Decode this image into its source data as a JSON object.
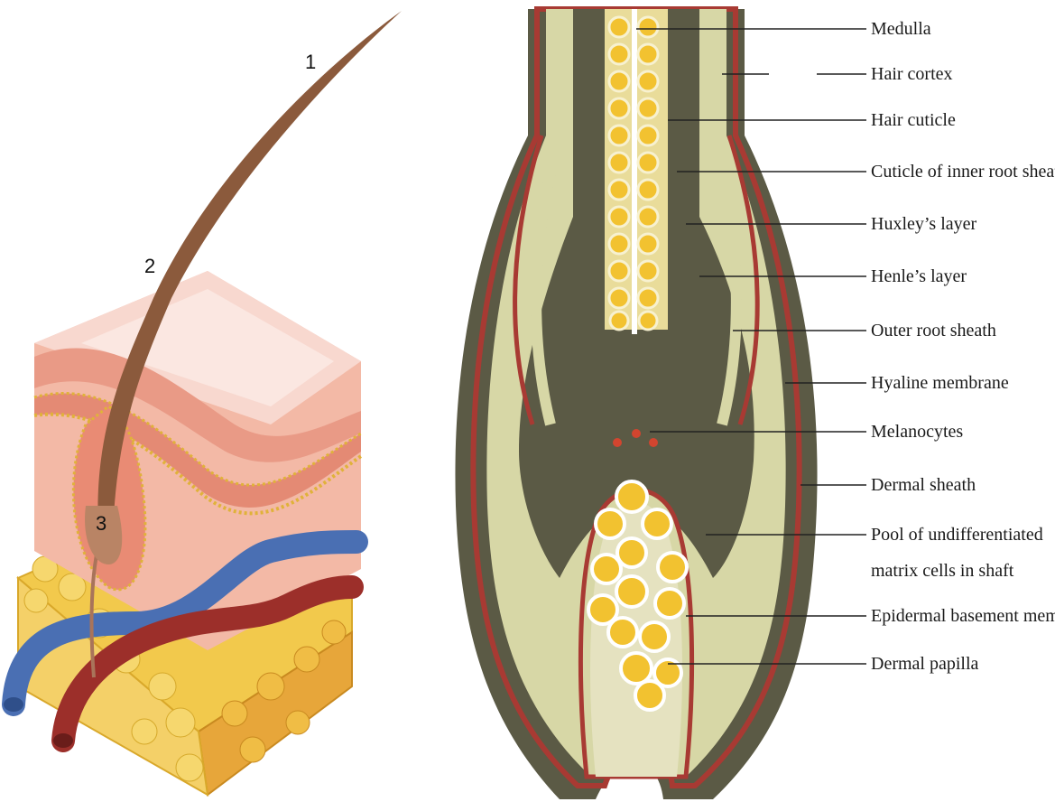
{
  "left_panel": {
    "number_labels": [
      "1",
      "2",
      "3"
    ]
  },
  "right_panel": {
    "callouts": [
      {
        "id": "medulla",
        "lines": [
          "Medulla"
        ]
      },
      {
        "id": "hair-cortex",
        "lines": [
          "Hair cortex"
        ]
      },
      {
        "id": "hair-cuticle",
        "lines": [
          "Hair cuticle"
        ]
      },
      {
        "id": "cuticle-inner-root-sheath",
        "lines": [
          "Cuticle of inner root sheath"
        ]
      },
      {
        "id": "huxleys-layer",
        "lines": [
          "Huxley’s layer"
        ]
      },
      {
        "id": "henles-layer",
        "lines": [
          "Henle’s layer"
        ]
      },
      {
        "id": "outer-root-sheath",
        "lines": [
          "Outer root sheath"
        ]
      },
      {
        "id": "hyaline-membrane",
        "lines": [
          "Hyaline membrane"
        ]
      },
      {
        "id": "melanocytes",
        "lines": [
          "Melanocytes"
        ]
      },
      {
        "id": "dermal-sheath",
        "lines": [
          "Dermal sheath"
        ]
      },
      {
        "id": "pool-matrix-cells",
        "lines": [
          "Pool of undifferentiated",
          "matrix cells in shaft"
        ]
      },
      {
        "id": "epidermal-basement-membrane",
        "lines": [
          "Epidermal basement membrane"
        ]
      },
      {
        "id": "dermal-papilla",
        "lines": [
          "Dermal papilla"
        ]
      }
    ]
  },
  "colors": {
    "skin_top": "#f8d8cf",
    "skin_side": "#f3b9a6",
    "dermis_band": "#e99a86",
    "hair_shaft": "#8b5a3c",
    "vein": "#4a6fb3",
    "artery": "#9c2f2a",
    "fat": "#f2c94c",
    "follicle_dark": "#5b5a45",
    "follicle_light": "#d7d7a6",
    "red_layer": "#a83a33",
    "cell_yellow": "#f2c230"
  }
}
